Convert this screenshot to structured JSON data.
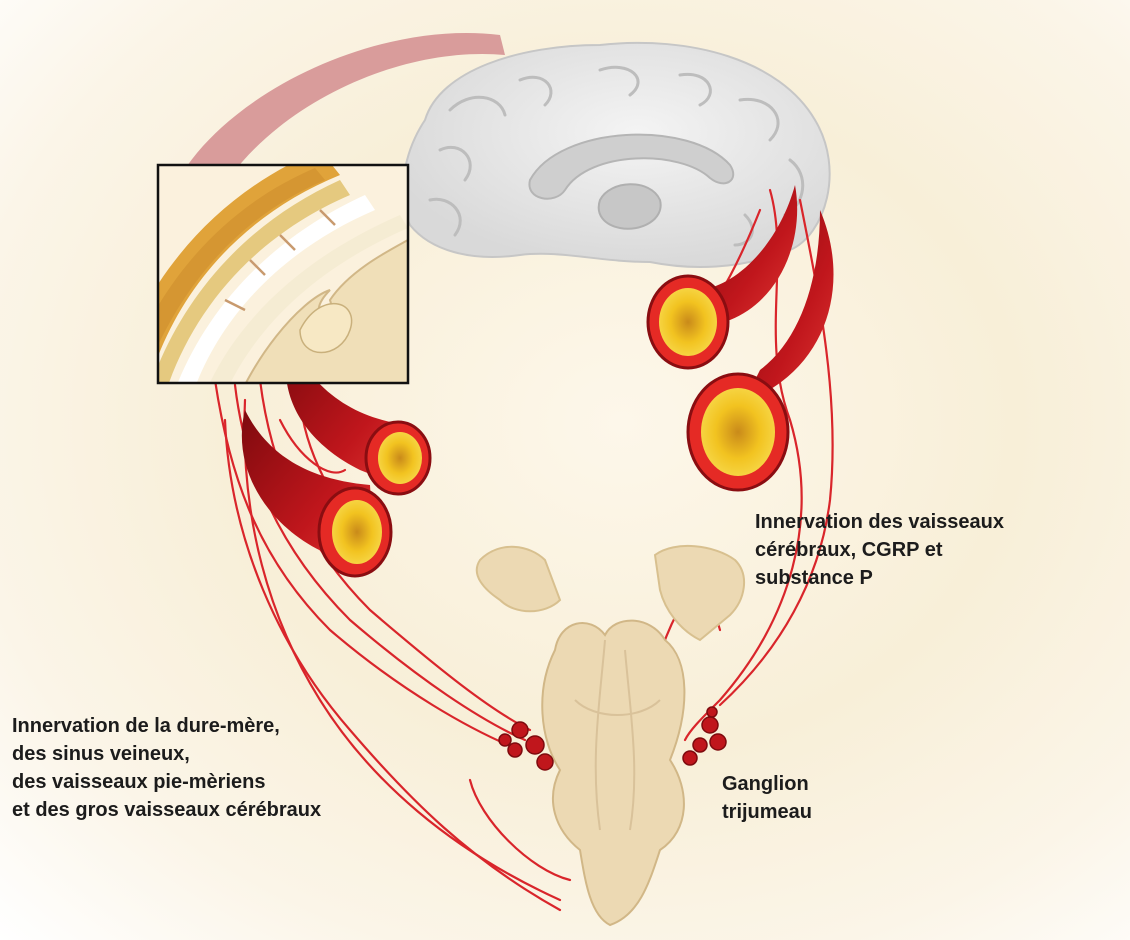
{
  "labels": {
    "cerebral_vessels": [
      "Innervation des vaisseaux",
      "cérébraux, CGRP et",
      "substance P"
    ],
    "dura_mater": [
      "Innervation de la dure-mère,",
      "des sinus veineux,",
      "des vaisseaux pie-mèriens",
      "et des gros vaisseaux cérébraux"
    ],
    "ganglion": [
      "Ganglion",
      "trijumeau"
    ]
  },
  "colors": {
    "vessel_red": "#c0161c",
    "vessel_dark": "#7e0a0e",
    "vessel_lumen": "#f1c21a",
    "nerve_red": "#d9252b",
    "brain_grey": "#e6e6e6",
    "brainstem_beige": "#ecd9b3",
    "skull_orange": "#e0a33a",
    "dura_arc": "#d59294"
  }
}
